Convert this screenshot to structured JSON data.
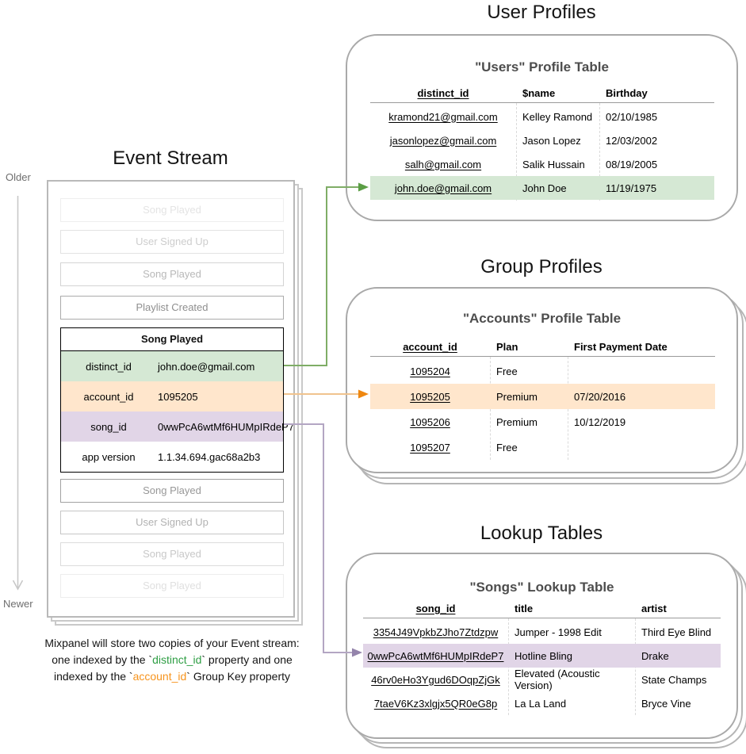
{
  "colors": {
    "highlight_green": "#d5e8d4",
    "highlight_orange": "#ffe6cc",
    "highlight_purple": "#e1d5e7",
    "code_green": "#2e9e44",
    "code_orange": "#f7941d",
    "arrow_green": "#5b9e45",
    "arrow_orange": "#ef870f",
    "arrow_purple": "#9484ab"
  },
  "event_stream": {
    "title": "Event Stream",
    "older_label": "Older",
    "newer_label": "Newer",
    "events_before": [
      "Song Played",
      "User Signed Up",
      "Song Played",
      "Playlist Created"
    ],
    "selected_event": {
      "name": "Song Played",
      "properties": [
        {
          "key": "distinct_id",
          "value": "john.doe@gmail.com"
        },
        {
          "key": "account_id",
          "value": "1095205"
        },
        {
          "key": "song_id",
          "value": "0wwPcA6wtMf6HUMpIRdeP7"
        },
        {
          "key": "app version",
          "value": "1.1.34.694.gac68a2b3"
        }
      ]
    },
    "events_after": [
      "Song Played",
      "User Signed Up",
      "Song Played",
      "Song Played"
    ]
  },
  "user_profiles": {
    "section_title": "User Profiles",
    "table_title": "\"Users\" Profile Table",
    "columns": [
      "distinct_id",
      "$name",
      "Birthday"
    ],
    "rows": [
      [
        "kramond21@gmail.com",
        "Kelley Ramond",
        "02/10/1985"
      ],
      [
        "jasonlopez@gmail.com",
        "Jason Lopez",
        "12/03/2002"
      ],
      [
        "salh@gmail.com",
        "Salik Hussain",
        "08/19/2005"
      ],
      [
        "john.doe@gmail.com",
        "John Doe",
        "11/19/1975"
      ]
    ],
    "highlighted_row": "john.doe@gmail.com"
  },
  "group_profiles": {
    "section_title": "Group Profiles",
    "table_title": "\"Accounts\" Profile Table",
    "columns": [
      "account_id",
      "Plan",
      "First Payment Date"
    ],
    "rows": [
      [
        "1095204",
        "Free",
        ""
      ],
      [
        "1095205",
        "Premium",
        "07/20/2016"
      ],
      [
        "1095206",
        "Premium",
        "10/12/2019"
      ],
      [
        "1095207",
        "Free",
        ""
      ]
    ],
    "highlighted_row": "1095205"
  },
  "lookup_tables": {
    "section_title": "Lookup Tables",
    "table_title": "\"Songs\" Lookup Table",
    "columns": [
      "song_id",
      "title",
      "artist"
    ],
    "rows": [
      [
        "3354J49VpkbZJho7Ztdzpw",
        "Jumper - 1998 Edit",
        "Third Eye Blind"
      ],
      [
        "0wwPcA6wtMf6HUMpIRdeP7",
        "Hotline Bling",
        "Drake"
      ],
      [
        "46rv0eHo3Ygud6DOqpZjGk",
        "Elevated (Acoustic Version)",
        "State Champs"
      ],
      [
        "7taeV6Kz3xlgjx5QR0eG8p",
        "La La Land",
        "Bryce Vine"
      ]
    ],
    "highlighted_row": "0wwPcA6wtMf6HUMpIRdeP7"
  },
  "caption": {
    "line1": "Mixpanel will store two copies of your Event stream:",
    "line2_pre": "one indexed by the `",
    "line2_code": "distinct_id",
    "line2_post": "` property and one",
    "line3_pre": "indexed by the `",
    "line3_code": "account_id",
    "line3_post": "` Group Key property"
  }
}
